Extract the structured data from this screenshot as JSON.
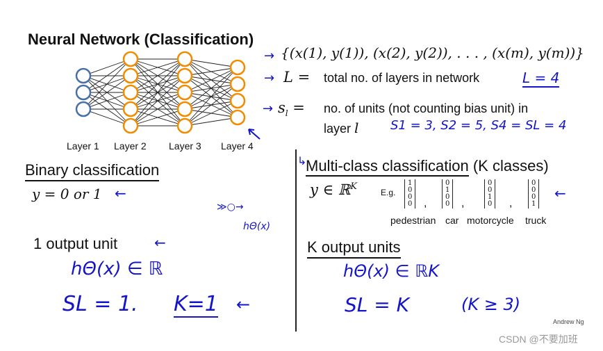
{
  "title": "Neural Network (Classification)",
  "network": {
    "layers": [
      {
        "label": "Layer 1",
        "units": 3
      },
      {
        "label": "Layer 2",
        "units": 5
      },
      {
        "label": "Layer 3",
        "units": 5
      },
      {
        "label": "Layer 4",
        "units": 4
      }
    ]
  },
  "definitions": {
    "training_set": "{(x(1), y(1)), (x(2), y(2)), . . . , (x(m), y(m))}",
    "L_symbol": "L =",
    "L_desc": "total no. of layers in network",
    "L_note": "L = 4",
    "s_symbol": "s",
    "s_sub": "l",
    "s_eq": " =",
    "s_desc_line1": "no. of units (not counting bias unit) in",
    "s_desc_line2": "layer",
    "s_desc_var": "l",
    "s_note": "S1 = 3,  S2 = 5,  S4 = SL = 4"
  },
  "binary": {
    "heading": "Binary classification",
    "equation": "y = 0 or 1",
    "output_units": "1 output unit",
    "hyp_note": "hΘ(x) ∈ ℝ",
    "SL_note": "SL = 1.",
    "K_note": "K=1",
    "unit_note": "hΘ(x)"
  },
  "multiclass": {
    "heading": "Multi-class classification",
    "heading_suffix": " (K classes)",
    "equation": "y ∈ ℝ",
    "equation_sup": "K",
    "eg_label": "E.g.",
    "vectors": [
      {
        "name": "pedestrian",
        "values": [
          "1",
          "0",
          "0",
          "0"
        ]
      },
      {
        "name": "car",
        "values": [
          "0",
          "1",
          "0",
          "0"
        ]
      },
      {
        "name": "motorcycle",
        "values": [
          "0",
          "0",
          "1",
          "0"
        ]
      },
      {
        "name": "truck",
        "values": [
          "0",
          "0",
          "0",
          "1"
        ]
      }
    ],
    "output_units": "K output units",
    "hyp_note": "hΘ(x) ∈ ℝK",
    "SL_note": "SL = K",
    "K_cond": "(K ≥ 3)"
  },
  "footer": {
    "author": "Andrew Ng",
    "watermark": "CSDN @不要加班"
  }
}
